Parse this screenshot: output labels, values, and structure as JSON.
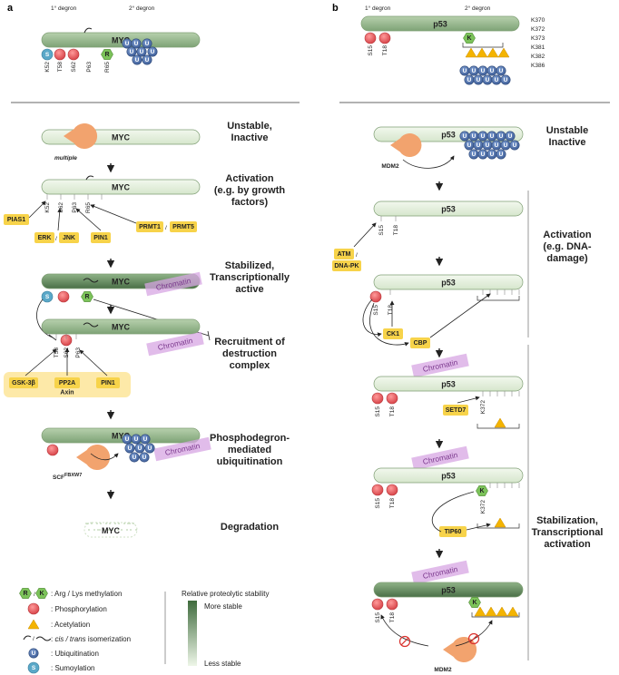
{
  "panel_labels": {
    "a": "a",
    "b": "b"
  },
  "degron_labels": {
    "primary": "1° degron",
    "secondary": "2° degron"
  },
  "protein": {
    "myc": "MYC",
    "p53": "p53"
  },
  "myc_sites": {
    "k52": "K52",
    "t58": "T58",
    "s62": "S62",
    "p63": "P63",
    "r65": "R65"
  },
  "p53_sites": {
    "s15": "S15",
    "t18": "T18",
    "k372": "K372"
  },
  "p53_lysines": [
    "K370",
    "K372",
    "K373",
    "K381",
    "K382",
    "K386"
  ],
  "marks": {
    "r": "R",
    "k": "K",
    "s": "S",
    "u": "U"
  },
  "enzymes": {
    "pias1": "PIAS1",
    "erk": "ERK",
    "jnk": "JNK",
    "pin1": "PIN1",
    "prmt1": "PRMT1",
    "prmt5": "PRMT5",
    "gsk3b": "GSK-3β",
    "pp2a": "PP2A",
    "axin": "Axin",
    "scf": "SCF",
    "scf_sup": "FBXW7",
    "mdm2": "MDM2",
    "atm": "ATM",
    "dnapk": "DNA-PK",
    "ck1": "CK1",
    "cbp": "CBP",
    "setd7": "SETD7",
    "tip60": "TIP60"
  },
  "multiple": "multiple",
  "chromatin": "Chromatin",
  "myc_stages": [
    [
      "Unstable,",
      "Inactive"
    ],
    [
      "Activation",
      "(e.g. by growth",
      "factors)"
    ],
    [
      "Stabilized,",
      "Transcriptionally",
      "active"
    ],
    [
      "Recruitment of",
      "destruction",
      "complex"
    ],
    [
      "Phosphodegron-",
      "mediated",
      "ubiquitination"
    ],
    [
      "Degradation"
    ]
  ],
  "p53_stages": [
    [
      "Unstable",
      "Inactive"
    ],
    [
      "Activation",
      "(e.g. DNA-",
      "damage)"
    ],
    [
      "Stabilization,",
      "Transcriptional",
      "activation"
    ]
  ],
  "legend": {
    "methylation": ": Arg / Lys methylation",
    "phosphorylation": ": Phosphorylation",
    "acetylation": ": Acetylation",
    "isomerization_prefix": ": ",
    "isomerization_italic": "cis / trans",
    "isomerization_suffix": " isomerization",
    "ubiquitination": ": Ubiquitination",
    "sumoylation": ": Sumoylation",
    "stability_title": "Relative proteolytic stability",
    "more_stable": "More stable",
    "less_stable": "Less stable"
  },
  "colors": {
    "phospho": "#e8575b",
    "ubiquitin": "#4d6fa8",
    "sumo": "#5aa8c8",
    "methyl": "#7cc35a",
    "acetyl": "#f4b400",
    "chip": "#f7d34a",
    "chromatin": "#d7a6e3",
    "bar_light": "#e4f0db",
    "bar_dark": "#4f7a4c",
    "enzyme_pacman": "#f2a36e",
    "inhibit": "#d9302c"
  }
}
